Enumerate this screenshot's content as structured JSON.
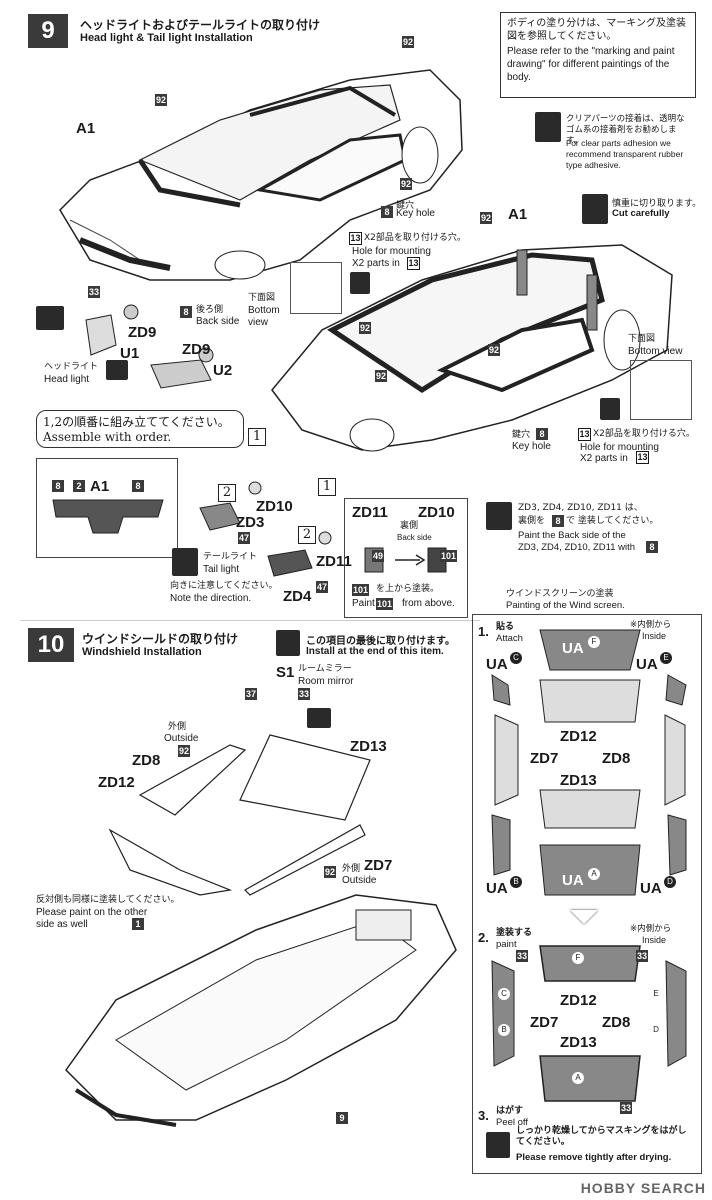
{
  "step9": {
    "number": "9",
    "title_jp": "ヘッドライトおよびテールライトの取り付け",
    "title_en": "Head light & Tail light Installation",
    "body_note_jp": "ボディの塗り分けは、マーキング及塗装図を参照してください。",
    "body_note_en": "Please refer to the \"marking and paint drawing\" for different paintings of the body.",
    "clear_note_jp": "クリアパーツの接着は、透明なゴム系の接着剤をお勧めします。",
    "clear_note_en": "For clear parts adhesion we recommend transparent rubber type adhesive.",
    "cut_jp": "慎重に切り取ります。",
    "cut_en": "Cut carefully",
    "keyhole_jp": "鍵穴",
    "keyhole_en": "Key hole",
    "keyhole_num": "8",
    "hole_jp": "X2部品を取り付ける穴。",
    "hole_en1": "Hole for mounting",
    "hole_en2": "X2 parts in",
    "hole_num": "13",
    "bottom_jp": "下面図",
    "bottom_en1": "Bottom",
    "bottom_en2": "view",
    "bottom_en_single": "Bottom view",
    "back_jp": "後ろ側",
    "back_en": "Back side",
    "headlight_jp": "ヘッドライト",
    "headlight_en": "Head light",
    "order_jp": "1,2の順番に組み立ててください。",
    "order_en": "Assemble with order.",
    "tail_jp": "テールライト",
    "tail_en": "Tail light",
    "direction_jp": "向きに注意してください。",
    "direction_en": "Note the direction.",
    "backside_jp": "裏側",
    "backside_en": "Back side",
    "paint_from_above_jp": "を上から塗装。",
    "paint_en": "Paint",
    "from_above_en": "from above.",
    "zd_note_jp1": "ZD3, ZD4, ZD10, ZD11 は、",
    "zd_note_jp2": "裏側を",
    "zd_note_jp3": "で 塗装してください。",
    "zd_note_en1": "Paint the Back side of the",
    "zd_note_en2": "ZD3, ZD4, ZD10, ZD11 with",
    "parts": {
      "a1": "A1",
      "u1": "U1",
      "u2": "U2",
      "zd9a": "ZD9",
      "zd9b": "ZD9",
      "zd10": "ZD10",
      "zd3": "ZD3",
      "zd11": "ZD11",
      "zd4": "ZD4",
      "zd11b": "ZD11",
      "zd10b": "ZD10"
    },
    "paint_nums": {
      "p92": "92",
      "p8": "8",
      "p33": "33",
      "p47": "47",
      "p49": "49",
      "p101": "101",
      "p2": "2",
      "p13": "13"
    },
    "order_marks": {
      "one": "1",
      "two": "2"
    },
    "screen_title_jp": "ウインドスクリーンの塗装",
    "screen_title_en": "Painting of the Wind screen."
  },
  "step10": {
    "number": "10",
    "title_jp": "ウインドシールドの取り付け",
    "title_en": "Windshield Installation",
    "last_jp": "この項目の最後に取り付けます。",
    "last_en": "Install at the end of this item.",
    "s1": "S1",
    "mirror_jp": "ルームミラー",
    "mirror_en": "Room mirror",
    "outside_jp": "外側",
    "outside_en": "Outside",
    "other_side_jp": "反対側も同様に塗装してください。",
    "other_side_en1": "Please paint on the other",
    "other_side_en2": "side as well",
    "num1": "1",
    "num9": "9",
    "num37": "37",
    "num33": "33",
    "num92": "92",
    "parts": {
      "zd8": "ZD8",
      "zd12": "ZD12",
      "zd13": "ZD13",
      "zd7": "ZD7"
    },
    "screen": {
      "step1_jp": "貼る",
      "step1_en": "Attach",
      "step1_num": "1.",
      "step2_jp": "塗装する",
      "step2_en": "paint",
      "step2_num": "2.",
      "step3_jp": "はがす",
      "step3_en": "Peel off",
      "step3_num": "3.",
      "inside_jp": "※内側から",
      "inside_en": "Inside",
      "ua_f": "UA",
      "ua_c": "UA",
      "ua_e": "UA",
      "ua_b": "UA",
      "ua_d": "UA",
      "ua_a": "UA",
      "mark_a": "A",
      "mark_b": "B",
      "mark_c": "C",
      "mark_d": "D",
      "mark_e": "E",
      "mark_f": "F",
      "zd12": "ZD12",
      "zd7": "ZD7",
      "zd8": "ZD8",
      "zd13": "ZD13",
      "p33": "33",
      "peel_jp": "しっかり乾燥してからマスキングをはがしてください。",
      "peel_en": "Please remove tightly after drying."
    }
  },
  "watermark": "HOBBY SEARCH"
}
